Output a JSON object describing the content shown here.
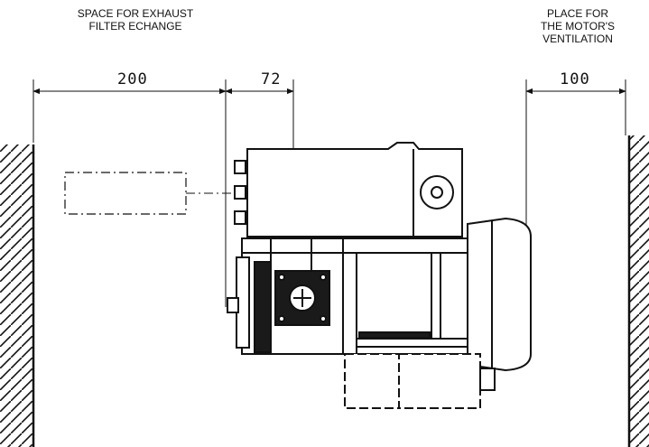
{
  "labels": {
    "exhaust": [
      "SPACE FOR EXHAUST",
      "FILTER ECHANGE"
    ],
    "ventilation": [
      "PLACE FOR",
      "THE MOTOR'S",
      "VENTILATION"
    ]
  },
  "dimensions": {
    "left": "200",
    "middle": "72",
    "right": "100"
  },
  "colors": {
    "ink": "#111111",
    "dark_fill": "#1a1a1a",
    "background": "#ffffff"
  }
}
